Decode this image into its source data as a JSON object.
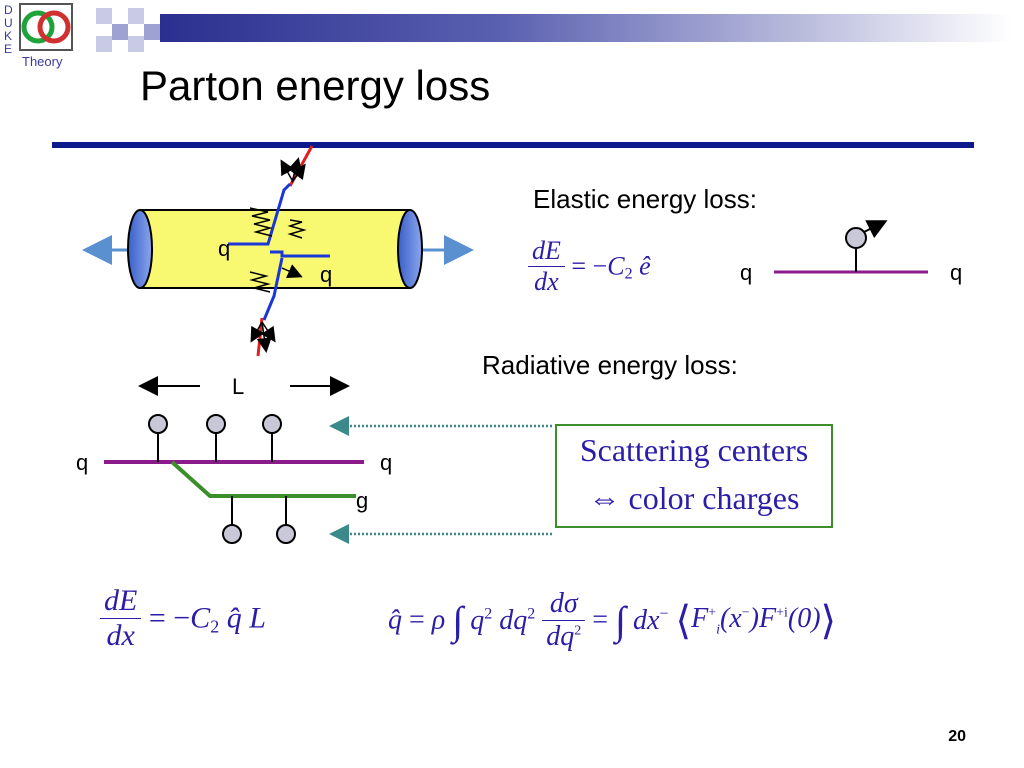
{
  "slide": {
    "title": "Parton energy loss",
    "page_number": "20"
  },
  "logo": {
    "letters": [
      "D",
      "U",
      "K",
      "E"
    ],
    "mark": "CD",
    "subtitle": "Theory"
  },
  "diagram_top": {
    "label_q_left": "q",
    "label_q_right": "q",
    "cylinder_color": "#f9f871"
  },
  "elastic": {
    "heading": "Elastic energy loss:",
    "label_q_in": "q",
    "label_q_out": "q",
    "formula": "dE/dx = −C₂ ê"
  },
  "radiative": {
    "heading": "Radiative energy loss:",
    "length_label": "L",
    "label_q_in": "q",
    "label_q_out": "q",
    "label_g": "g"
  },
  "scattering_box": {
    "line1": "Scattering centers",
    "line2": "⇔ color charges"
  },
  "formulas": {
    "radiative_loss": "dE/dx = −C₂ q̂ L",
    "qhat": "q̂ = ρ ∫ q² dq² dσ/dq² = ∫ dx⁻ ⟨F_i^+(x⁻) F^{+i}(0)⟩"
  },
  "colors": {
    "title_rule": "#0d1a8c",
    "quark_line": "#8b1a8b",
    "gluon_line": "#3a8f2a",
    "formula_text": "#2a1da8",
    "scattering_center": "#c8c8d8"
  }
}
